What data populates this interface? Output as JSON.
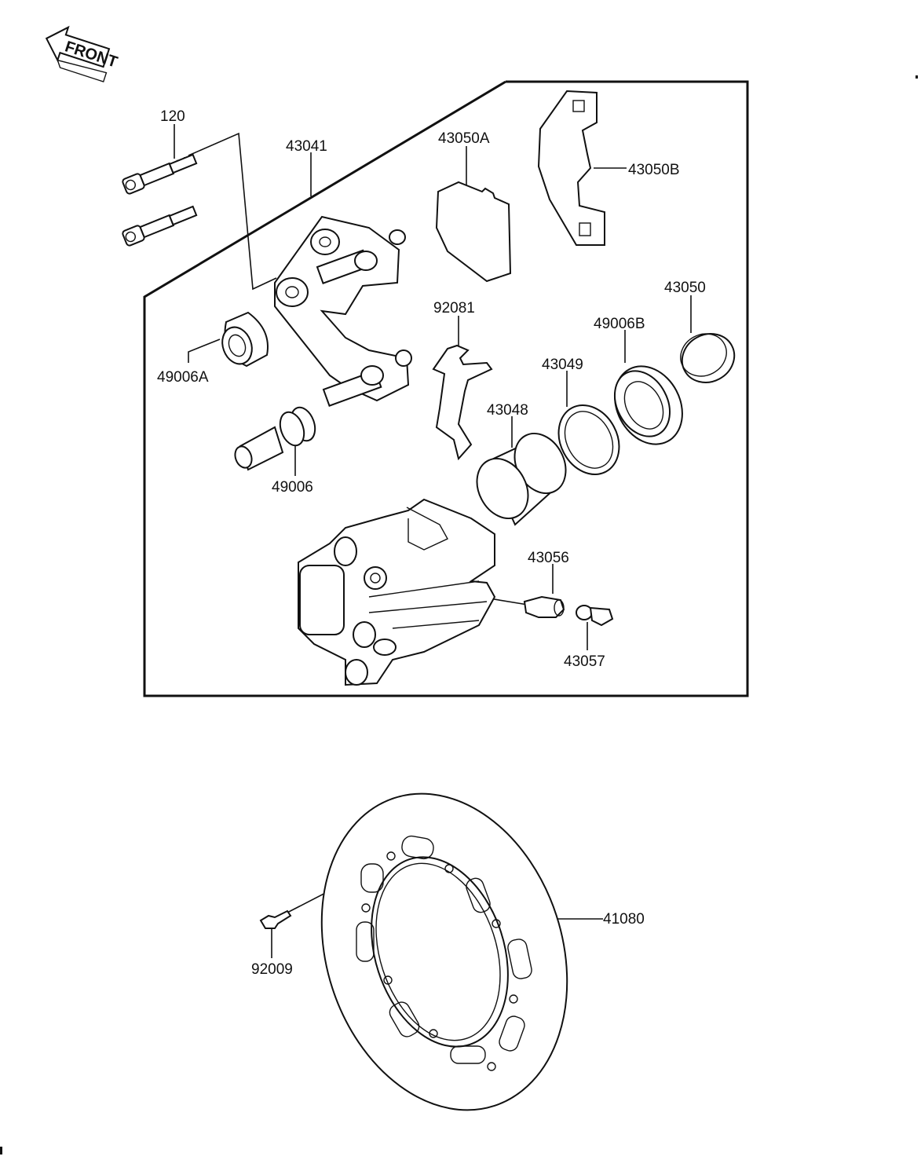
{
  "front_arrow": {
    "text": "FRONT"
  },
  "parts": {
    "p120": "120",
    "p43041": "43041",
    "p43050A": "43050A",
    "p43050B": "43050B",
    "p92081": "92081",
    "p43050": "43050",
    "p49006B": "49006B",
    "p49006A": "49006A",
    "p43049": "43049",
    "p43048": "43048",
    "p49006": "49006",
    "p43056": "43056",
    "p43057": "43057",
    "p41080": "41080",
    "p92009": "92009"
  }
}
